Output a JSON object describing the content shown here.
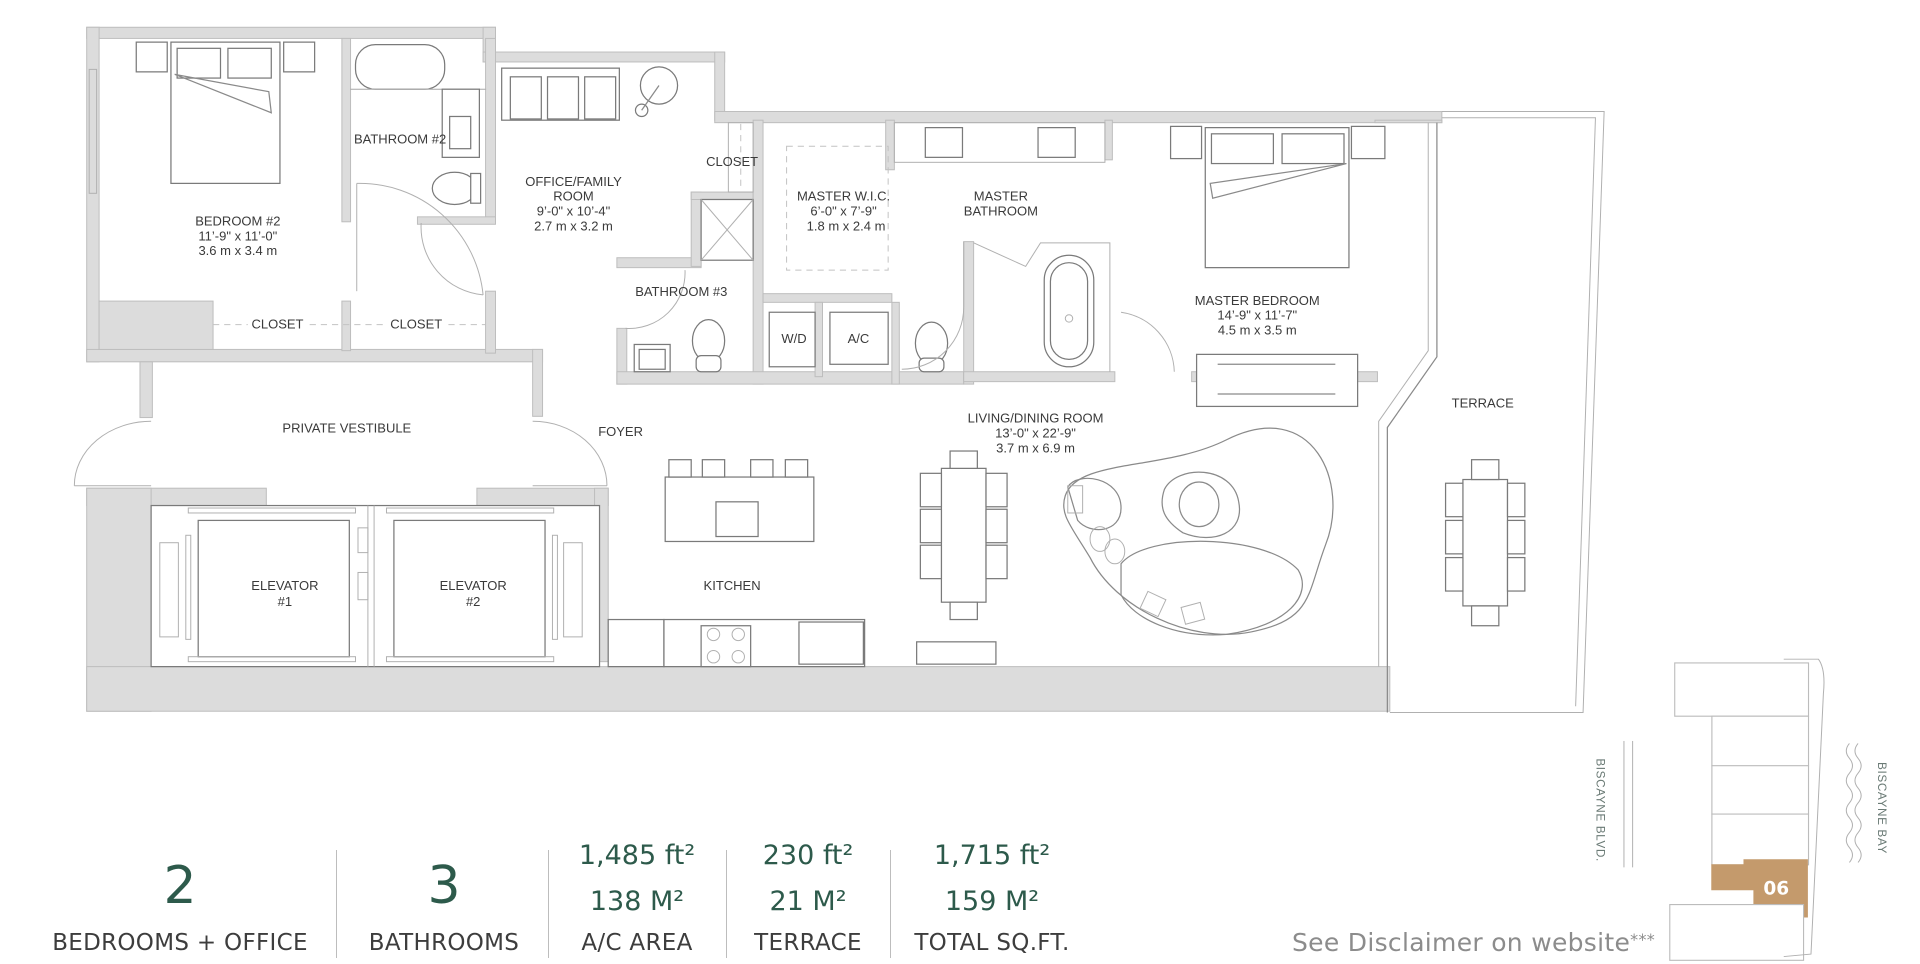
{
  "floorplan": {
    "rooms": [
      {
        "id": "bedroom2",
        "name": "BEDROOM #2",
        "dim_imperial": "11’-9\" x 11’-0\"",
        "dim_metric": "3.6 m x 3.4 m"
      },
      {
        "id": "bathroom2",
        "name": "BATHROOM #2"
      },
      {
        "id": "office",
        "name": "OFFICE/FAMILY",
        "name2": "ROOM",
        "dim_imperial": "9’-0\" x 10’-4\"",
        "dim_metric": "2.7 m x 3.2 m"
      },
      {
        "id": "closet_office",
        "name": "CLOSET"
      },
      {
        "id": "master_wic",
        "name": "MASTER W.I.C.",
        "dim_imperial": "6’-0\" x 7’-9\"",
        "dim_metric": "1.8 m x 2.4 m"
      },
      {
        "id": "master_bath",
        "name": "MASTER",
        "name2": "BATHROOM"
      },
      {
        "id": "master_bed",
        "name": "MASTER BEDROOM",
        "dim_imperial": "14’-9\" x 11’-7\"",
        "dim_metric": "4.5 m x 3.5 m"
      },
      {
        "id": "bathroom3",
        "name": "BATHROOM #3"
      },
      {
        "id": "wd",
        "name": "W/D"
      },
      {
        "id": "ac",
        "name": "A/C"
      },
      {
        "id": "closet1",
        "name": "CLOSET"
      },
      {
        "id": "closet2",
        "name": "CLOSET"
      },
      {
        "id": "vestibule",
        "name": "PRIVATE VESTIBULE"
      },
      {
        "id": "foyer",
        "name": "FOYER"
      },
      {
        "id": "living",
        "name": "LIVING/DINING ROOM",
        "dim_imperial": "13’-0\" x 22’-9\"",
        "dim_metric": "3.7 m x 6.9 m"
      },
      {
        "id": "terrace",
        "name": "TERRACE"
      },
      {
        "id": "elevator1",
        "name": "ELEVATOR",
        "name2": "#1"
      },
      {
        "id": "elevator2",
        "name": "ELEVATOR",
        "name2": "#2"
      },
      {
        "id": "kitchen",
        "name": "KITCHEN"
      }
    ]
  },
  "locator": {
    "unit_label": "06",
    "street_west": "BISCAYNE BLVD.",
    "street_east": "BISCAYNE BAY",
    "highlight_color": "#c49a6c"
  },
  "stats": {
    "bedrooms": {
      "value": "2",
      "label": "BEDROOMS + OFFICE"
    },
    "bathrooms": {
      "value": "3",
      "label": "BATHROOMS"
    },
    "ac_area": {
      "sqft": "1,485 ft²",
      "sqm": "138 M²",
      "label": "A/C AREA"
    },
    "terrace": {
      "sqft": "230 ft²",
      "sqm": "21 M²",
      "label": "TERRACE"
    },
    "total": {
      "sqft": "1,715 ft²",
      "sqm": "159 M²",
      "label": "TOTAL SQ.FT."
    }
  },
  "disclaimer": {
    "text": "See Disclaimer on website",
    "suffix": "***"
  },
  "colors": {
    "accent_green": "#2d5a4b",
    "wall_gray": "#dcdcdc",
    "unit_tan": "#c49a6c"
  }
}
